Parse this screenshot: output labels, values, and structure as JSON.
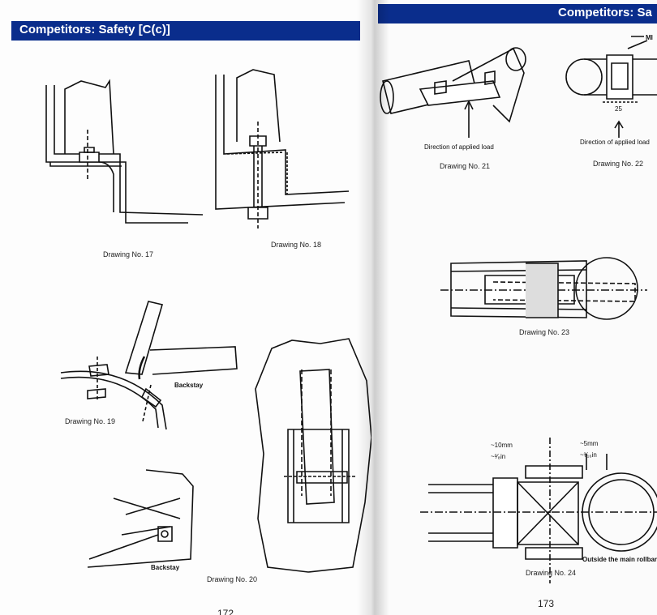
{
  "left_page": {
    "header": "Competitors: Safety [C(c)]",
    "captions": {
      "d17": "Drawing No. 17",
      "d18": "Drawing No. 18",
      "d19": "Drawing No. 19",
      "d20": "Drawing No. 20"
    },
    "labels": {
      "backstay_19": "Backstay",
      "backstay_20": "Backstay"
    },
    "page_number": "172"
  },
  "right_page": {
    "header": "Competitors: Sa",
    "captions": {
      "d21": "Drawing No. 21",
      "d22": "Drawing No. 22",
      "d23": "Drawing No. 23",
      "d24": "Drawing No. 24"
    },
    "labels": {
      "load_21": "Direction of applied load",
      "load_22": "Direction of applied load",
      "mi": "MI",
      "dim_25": "25",
      "dim_10mm": "~10mm",
      "dim_in_a": "~³⁄₈in",
      "dim_5mm": "~5mm",
      "dim_in_b": "~³⁄₁₆in",
      "outside": "Outside the main rollbar"
    },
    "page_number": "173"
  }
}
